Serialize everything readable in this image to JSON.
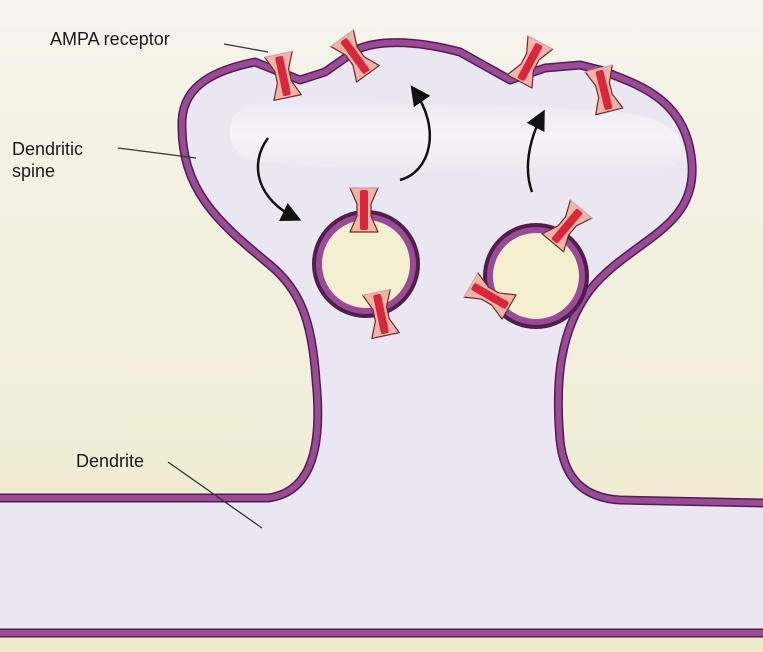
{
  "labels": {
    "ampa_receptor": "AMPA receptor",
    "dendritic_spine_line1": "Dendritic",
    "dendritic_spine_line2": "spine",
    "dendrite": "Dendrite"
  },
  "colors": {
    "background": "#f4f1e1",
    "cytoplasm": "#ebe7f2",
    "membrane": "#8a3f86",
    "membrane_outline": "#4f1f4e",
    "receptor_body": "#f2b4a6",
    "receptor_core": "#d9263a",
    "vesicle_fill": "#f4f0cf",
    "arrow": "#111111"
  }
}
